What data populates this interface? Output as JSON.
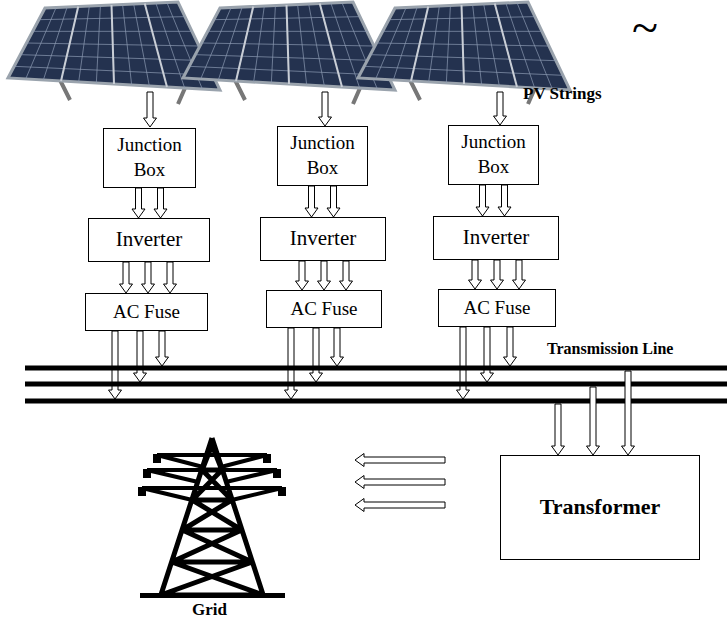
{
  "diagram": {
    "nodes": [
      {
        "text": [
          "Junction Box"
        ]
      },
      {
        "text": [
          "Junction Box"
        ]
      },
      {
        "text": [
          "Junction Box"
        ]
      },
      {
        "text": [
          "Inverter"
        ]
      },
      {
        "text": [
          "Inverter"
        ]
      },
      {
        "text": [
          "Inverter"
        ]
      },
      {
        "text": [
          "AC Fuse"
        ]
      },
      {
        "text": [
          "AC Fuse"
        ]
      },
      {
        "text": [
          "AC Fuse"
        ]
      },
      {
        "text": [
          "Transformer"
        ]
      }
    ],
    "edges": [
      {
        "from": 0,
        "to": 3,
        "arrow": "to"
      },
      {
        "from": 1,
        "to": 4,
        "arrow": "to"
      },
      {
        "from": 2,
        "to": 5,
        "arrow": "to"
      },
      {
        "from": 3,
        "to": 6,
        "arrow": "to"
      },
      {
        "from": 4,
        "to": 7,
        "arrow": "to"
      },
      {
        "from": 5,
        "to": 8,
        "arrow": "to"
      }
    ],
    "labels": [
      "~",
      "PV Strings",
      "Transmission Line",
      "Grid"
    ]
  }
}
